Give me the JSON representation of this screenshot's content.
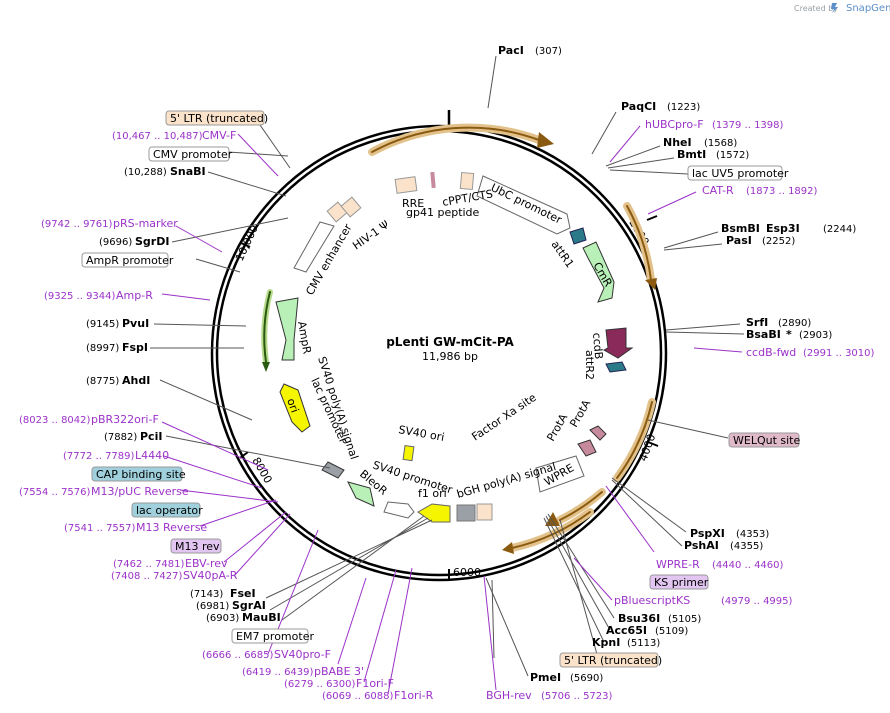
{
  "header": {
    "created_by": "Created by",
    "brand": "SnapGene"
  },
  "plasmid": {
    "name": "pLenti GW-mCit-PA",
    "size": "11,986 bp"
  },
  "ticks": [
    "2000",
    "4000",
    "6000",
    "8000",
    "10,000"
  ],
  "enzymes": [
    {
      "name": "PacI",
      "pos": "(307)"
    },
    {
      "name": "PaqCI",
      "pos": "(1223)"
    },
    {
      "name": "NheI",
      "pos": "(1568)"
    },
    {
      "name": "BmtI",
      "pos": "(1572)"
    },
    {
      "name": "BsmBI",
      "name2": "Esp3I",
      "pos": "(2244)"
    },
    {
      "name": "PasI",
      "pos": "(2252)"
    },
    {
      "name": "SrfI",
      "pos": "(2890)"
    },
    {
      "name": "BsaBI",
      "pos": "(2903)",
      "mark": "*"
    },
    {
      "name": "PspXI",
      "pos": "(4353)"
    },
    {
      "name": "PshAI",
      "pos": "(4355)"
    },
    {
      "name": "Bsu36I",
      "pos": "(5105)"
    },
    {
      "name": "Acc65I",
      "pos": "(5109)"
    },
    {
      "name": "KpnI",
      "pos": "(5113)"
    },
    {
      "name": "PmeI",
      "pos": "(5690)"
    },
    {
      "name": "FseI",
      "pos": "(7143)"
    },
    {
      "name": "SgrAI",
      "pos": "(6981)"
    },
    {
      "name": "MauBI",
      "pos": "(6903)"
    },
    {
      "name": "PciI",
      "pos": "(7882)"
    },
    {
      "name": "AhdI",
      "pos": "(8775)"
    },
    {
      "name": "FspI",
      "pos": "(8997)"
    },
    {
      "name": "PvuI",
      "pos": "(9145)"
    },
    {
      "name": "SgrDI",
      "pos": "(9696)"
    },
    {
      "name": "SnaBI",
      "pos": "(10,288)"
    }
  ],
  "primers": [
    {
      "name": "hUBCpro-F",
      "pos": "(1379 .. 1398)"
    },
    {
      "name": "CAT-R",
      "pos": "(1873 .. 1892)"
    },
    {
      "name": "ccdB-fwd",
      "pos": "(2991 .. 3010)"
    },
    {
      "name": "WPRE-R",
      "pos": "(4440 .. 4460)"
    },
    {
      "name": "pBluescriptKS",
      "pos": "(4979 .. 4995)"
    },
    {
      "name": "BGH-rev",
      "pos": "(5706 .. 5723)"
    },
    {
      "name": "F1ori-R",
      "pos": "(6069 .. 6088)"
    },
    {
      "name": "F1ori-F",
      "pos": "(6279 .. 6300)"
    },
    {
      "name": "pBABE 3'",
      "pos": "(6419 .. 6439)"
    },
    {
      "name": "SV40pro-F",
      "pos": "(6666 .. 6685)"
    },
    {
      "name": "SV40pA-R",
      "pos": "(7408 .. 7427)"
    },
    {
      "name": "EBV-rev",
      "pos": "(7462 .. 7481)"
    },
    {
      "name": "M13 Reverse",
      "pos": "(7541 .. 7557)"
    },
    {
      "name": "M13/pUC Reverse",
      "pos": "(7554 .. 7576)"
    },
    {
      "name": "L4440",
      "pos": "(7772 .. 7789)"
    },
    {
      "name": "pBR322ori-F",
      "pos": "(8023 .. 8042)"
    },
    {
      "name": "Amp-R",
      "pos": "(9325 .. 9344)"
    },
    {
      "name": "pRS-marker",
      "pos": "(9742 .. 9761)"
    },
    {
      "name": "CMV-F",
      "pos": "(10,467 .. 10,487)"
    }
  ],
  "boxed": [
    {
      "name": "5' LTR (truncated)",
      "color": "#fbe3cb"
    },
    {
      "name": "CMV promoter",
      "color": "#ffffff"
    },
    {
      "name": "lac UV5 promoter",
      "color": "#ffffff"
    },
    {
      "name": "AmpR promoter",
      "color": "#ffffff"
    },
    {
      "name": "WELQut site",
      "color": "#e0b9c8"
    },
    {
      "name": "KS primer",
      "color": "#e3c5f2"
    },
    {
      "name": "5' LTR (truncated)",
      "color": "#fbe3cb"
    },
    {
      "name": "EM7 promoter",
      "color": "#ffffff"
    },
    {
      "name": "M13 rev",
      "color": "#e3c5f2"
    },
    {
      "name": "lac operator",
      "color": "#9fd0dc"
    },
    {
      "name": "CAP binding site",
      "color": "#9fd0dc"
    }
  ],
  "features": [
    "RRE",
    "gp41 peptide",
    "cPPT/CTS",
    "UbC promoter",
    "attR1",
    "CmR",
    "ccdB",
    "attR2",
    "ProtA",
    "ProtA",
    "Factor Xa site",
    "WPRE",
    "bGH poly(A) signal",
    "f1 ori",
    "SV40 promoter",
    "SV40 ori",
    "BleoR",
    "lac promoter",
    "SV40 poly(A) signal",
    "ori",
    "AmpR",
    "CMV enhancer",
    "HIV-1 Ψ"
  ],
  "colors": {
    "primer": "#9b32c8",
    "orf_arrow": "#f6a623",
    "cmr_fill": "#b8f0b8",
    "ccdb_fill": "#8a2a5a",
    "att_fill": "#2a7a8a",
    "prota_fill": "#c78a9c",
    "ori_fill": "#f5f500",
    "f1_fill": "#f5f500",
    "ltr_fill": "#fbe3cb",
    "grey_fill": "#9aa0a6"
  }
}
